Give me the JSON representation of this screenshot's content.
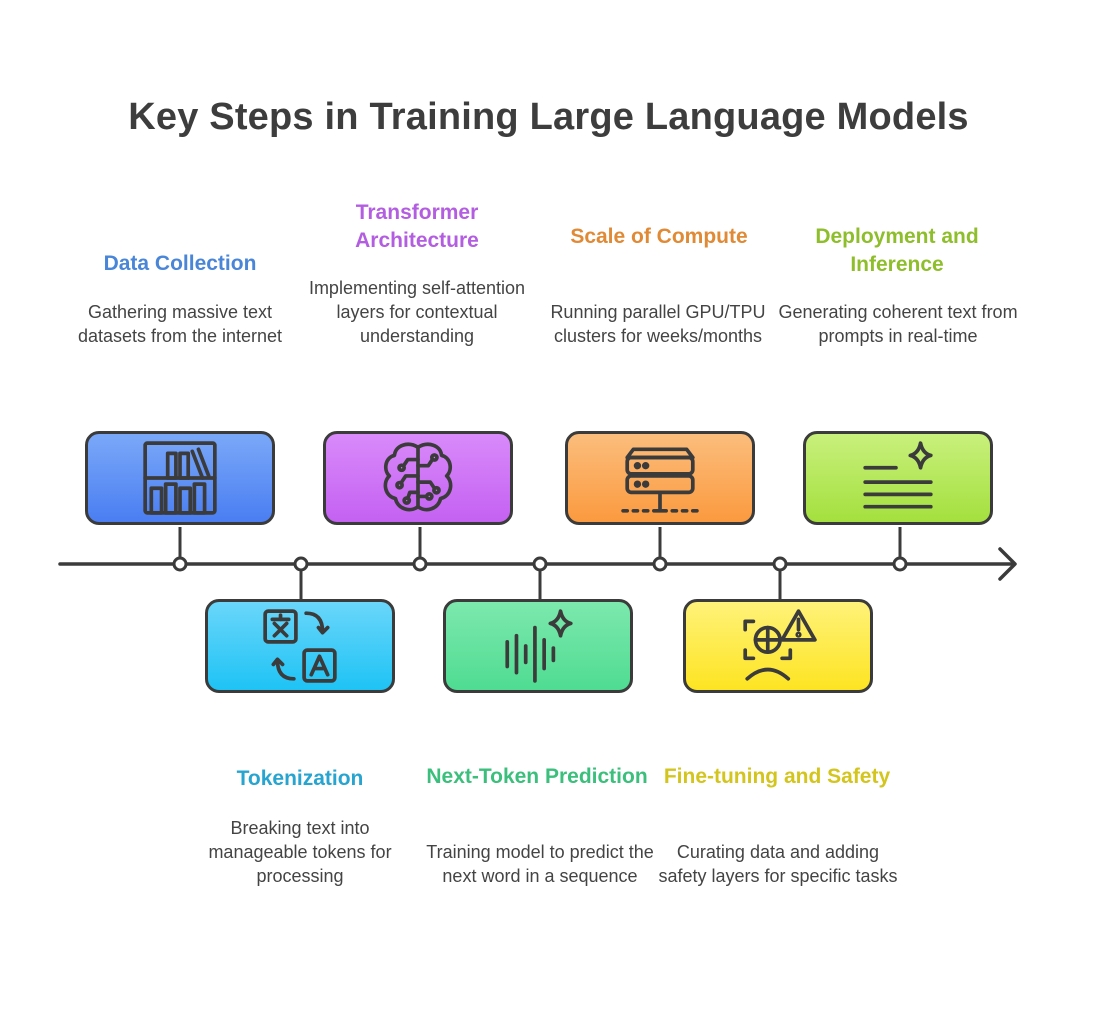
{
  "title": "Key Steps in Training Large Language Models",
  "steps": [
    {
      "heading": "Data Collection",
      "description": "Gathering massive text datasets from the internet",
      "icon": "bookshelf-icon",
      "color": "#4a86d8",
      "fill_top": "#7aa8f8",
      "fill_bottom": "#4a7ef2"
    },
    {
      "heading": "Tokenization",
      "description": "Breaking text into manageable tokens for processing",
      "icon": "translate-icon",
      "color": "#27a4cf",
      "fill_top": "#6ad6fa",
      "fill_bottom": "#1ec3f5"
    },
    {
      "heading": "Transformer Architecture",
      "description": "Implementing self-attention layers for contextual understanding",
      "icon": "brain-circuit-icon",
      "color": "#b35ee0",
      "fill_top": "#d98afa",
      "fill_bottom": "#c461f2"
    },
    {
      "heading": "Next-Token Prediction",
      "description": "Training model to predict the next word in a sequence",
      "icon": "audio-wave-sparkle-icon",
      "color": "#3cbf7c",
      "fill_top": "#7de8ad",
      "fill_bottom": "#4fdc92"
    },
    {
      "heading": "Scale of Compute",
      "description": "Running parallel GPU/TPU clusters for weeks/months",
      "icon": "server-icon",
      "color": "#e08a36",
      "fill_top": "#fbbd7c",
      "fill_bottom": "#fb9a3f"
    },
    {
      "heading": "Fine-tuning and Safety",
      "description": "Curating data and adding safety layers for specific tasks",
      "icon": "face-scan-warning-icon",
      "color": "#d3c51e",
      "fill_top": "#fff27a",
      "fill_bottom": "#fde422"
    },
    {
      "heading": "Deployment and Inference",
      "description": "Generating coherent text from prompts in real-time",
      "icon": "text-sparkle-icon",
      "color": "#8fbe2c",
      "fill_top": "#c8f07c",
      "fill_bottom": "#a4e03e"
    }
  ]
}
